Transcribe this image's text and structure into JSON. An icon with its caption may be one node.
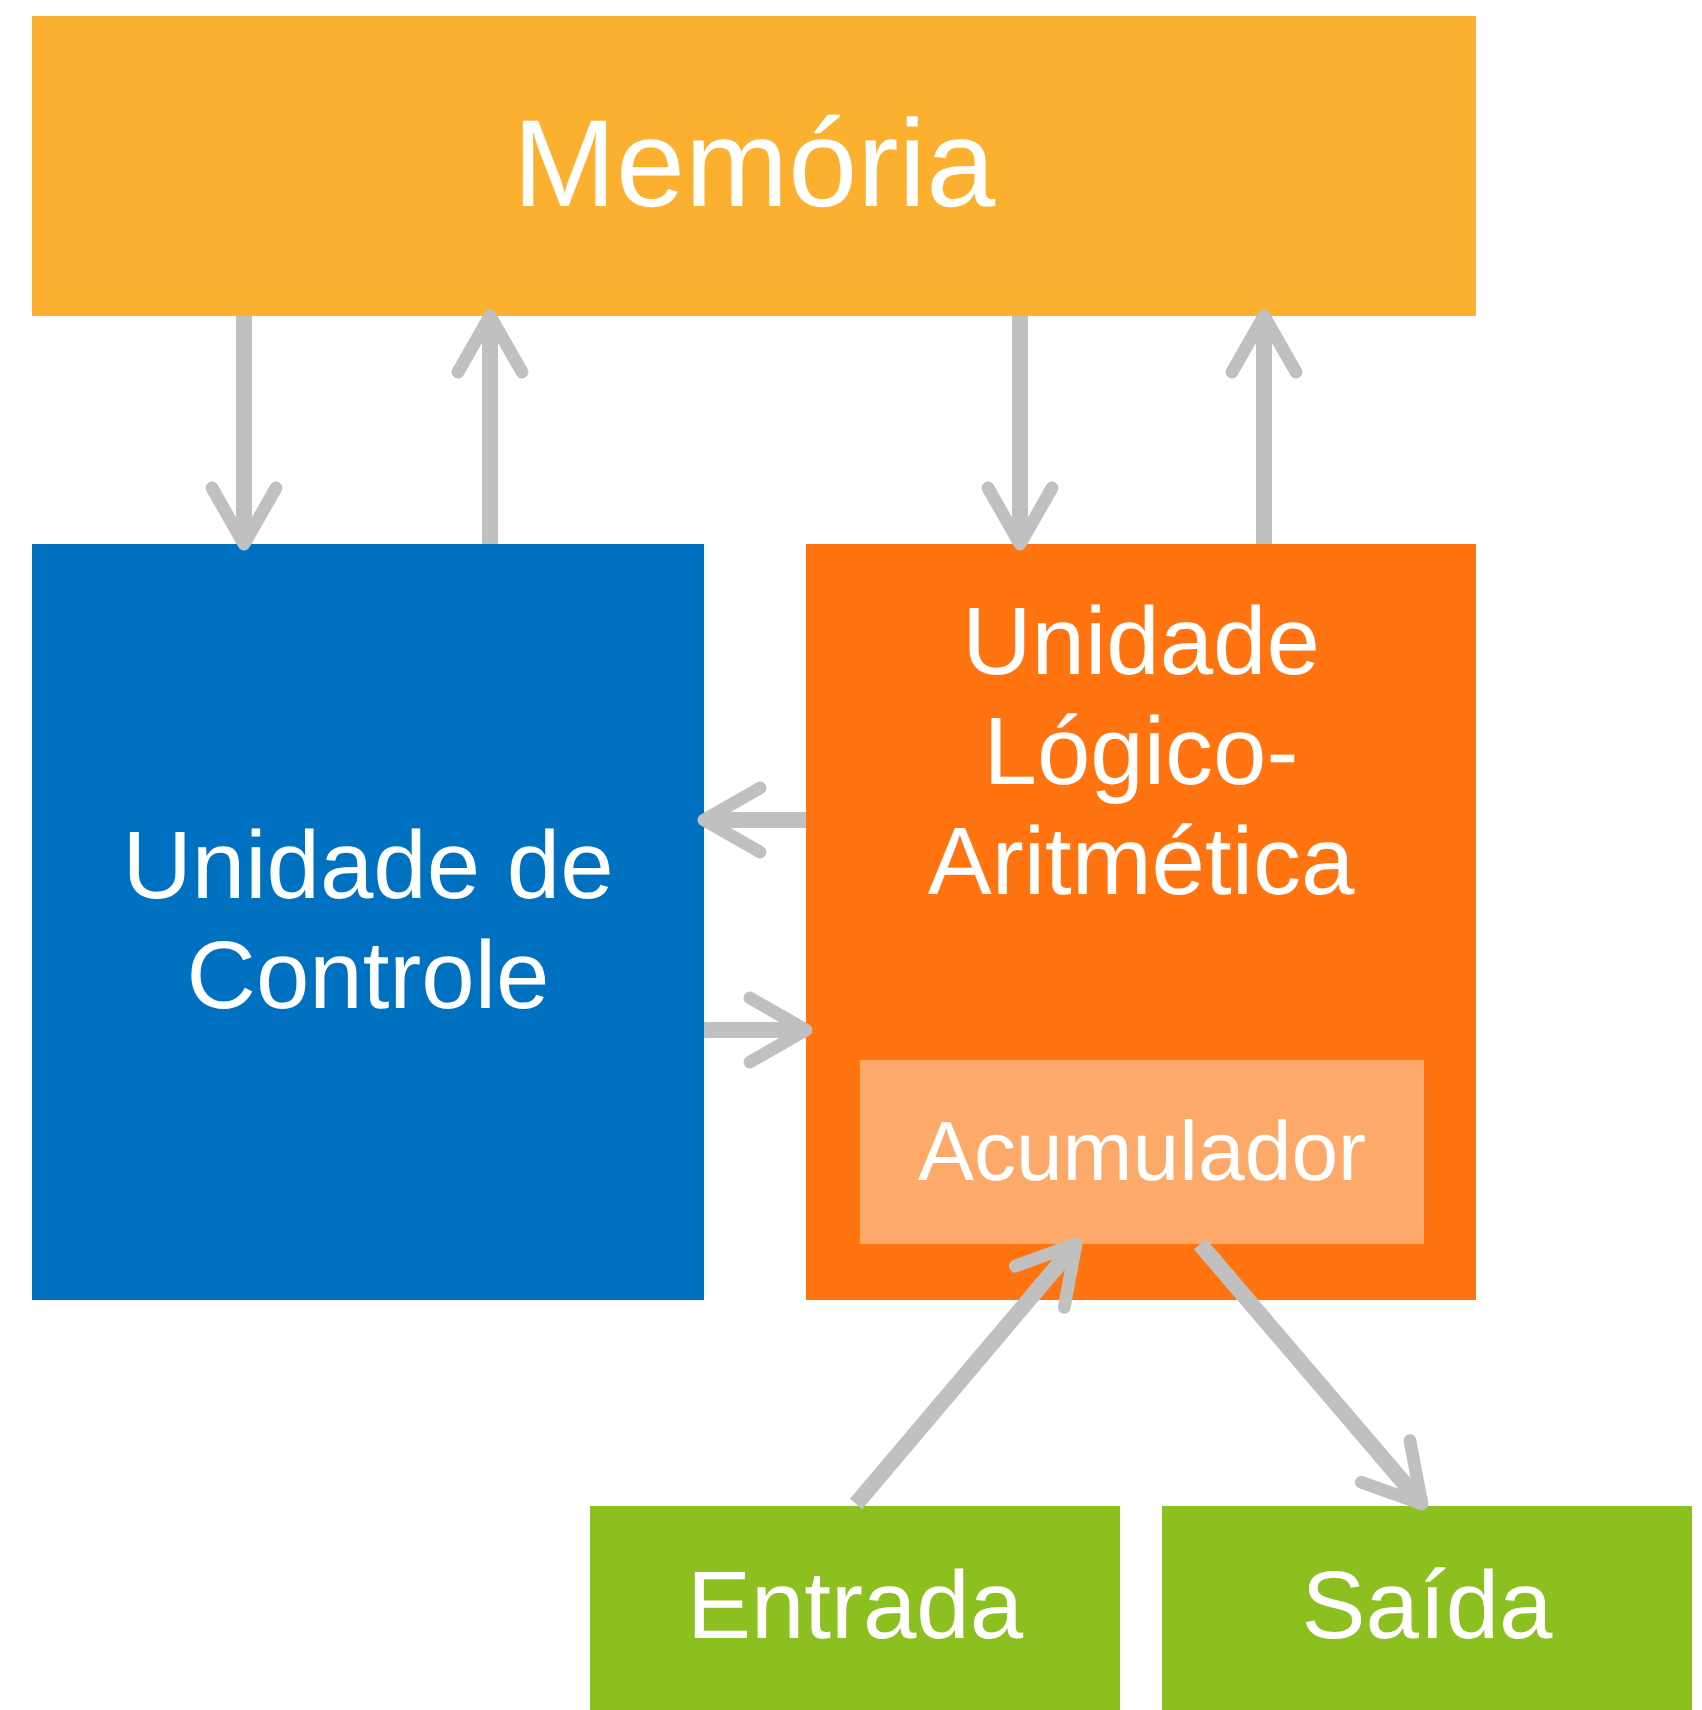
{
  "diagram": {
    "nodes": [
      {
        "text": [
          "Memória"
        ]
      },
      {
        "text": [
          "Unidade de Controle"
        ]
      },
      {
        "text": [
          "Unidade Lógico-Aritmética"
        ]
      },
      {
        "text": [
          "Acumulador"
        ],
        "in": 2
      },
      {
        "text": [
          "Entrada"
        ]
      },
      {
        "text": [
          "Saída"
        ]
      }
    ],
    "edges": [
      {
        "from": 0,
        "to": 1,
        "arrow": "to"
      },
      {
        "from": 1,
        "to": 0,
        "arrow": "to"
      },
      {
        "from": 0,
        "to": 2,
        "arrow": "to"
      },
      {
        "from": 2,
        "to": 0,
        "arrow": "to"
      },
      {
        "from": 2,
        "to": 1,
        "arrow": "to"
      },
      {
        "from": 1,
        "to": 2,
        "arrow": "to"
      },
      {
        "from": 4,
        "to": 3,
        "arrow": "to"
      },
      {
        "from": 3,
        "to": 5,
        "arrow": "to"
      }
    ]
  }
}
